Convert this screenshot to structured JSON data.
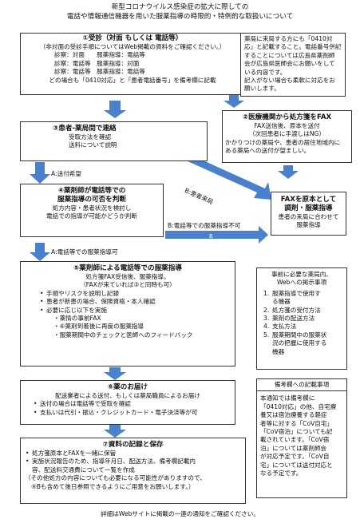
{
  "title": {
    "line1": "新型コロナウイルス感染症の拡大に際しての",
    "line2": "電話や情報通信機器を用いた服薬指導の時限的・特例的な取扱いについて"
  },
  "step1": {
    "heading": "①受診（対面 もしくは 電話等）",
    "lines": [
      "（非対面の受診手順についてはWeb掲載の資料をご確認ください。）",
      "診察：対面　　服薬指導：電話等",
      "診察：電話等　服薬指導：対面",
      "診察：電話等　服薬指導：電話等",
      "どの場合も「0410対応」と「患者電話番号」を備考欄に記載"
    ]
  },
  "note1": {
    "lines": [
      "薬局に来局する方にも「0410対",
      "応」と記載すること。電話番号併記",
      "することについては広島県薬剤師",
      "会が広島県医師会にお願いをして",
      "いる内容です。",
      "記入がない場合も柔軟に対応をお",
      "願いします。"
    ]
  },
  "step2": {
    "heading": "②医療機関から処方箋をFAX",
    "lines": [
      "FAX送信後、原本を送付",
      "（次回患者に手渡しはNG）",
      "かかりつけの薬局や、患者の居住地域内に",
      "ある薬局への送付が望ましい。"
    ]
  },
  "step3": {
    "heading": "③患者-薬局間で連絡",
    "lines": [
      "受取方法を確認",
      "送料について説明"
    ]
  },
  "arrows": {
    "a_label": "A:送付希望",
    "b_label1": "B:患者来局",
    "b_tag1": "B",
    "b_label2": "B:電話等での服薬指導不可",
    "b_tag2": "B",
    "a_label2": "A:電話等での服薬指導可"
  },
  "step4": {
    "heading": "④薬剤師が電話等での",
    "heading2": "服薬指導の可否を判断",
    "lines": [
      "処方内容・患者状況を検討し",
      "電話での指導が可能かどうか判断"
    ]
  },
  "fax_box": {
    "heading1": "FAXを原本として",
    "heading2": "調剤・服薬指導",
    "lines": [
      "患者の来局に合わせて",
      "服薬指導"
    ]
  },
  "step5": {
    "heading": "⑤薬剤師による電話等での服薬指導",
    "lines": [
      "処方箋FAX受信後、服薬指導。",
      "（FAXが来ていれば③と同時も可）"
    ],
    "bullets": [
      "手順やリスクを説明し記録",
      "患者が新患の場合、保険資格・本人確認",
      "必要に応じ以下を実施"
    ],
    "sub": [
      "・薬情の事前FAX",
      "・⑥薬剤到着後に再度の服薬指導",
      "・服薬期間中のチェックと医師へのフィードバック"
    ]
  },
  "web_box": {
    "heading1": "事前に必要な薬局内、",
    "heading2": "Webへの掲示事項",
    "items": [
      {
        "n": "1.",
        "lines": [
          "服薬指導で使用す",
          "る機器"
        ]
      },
      {
        "n": "2.",
        "lines": [
          "処方箋の受付方法"
        ]
      },
      {
        "n": "3.",
        "lines": [
          "薬剤の配送方法"
        ]
      },
      {
        "n": "4.",
        "lines": [
          "支払方法"
        ]
      },
      {
        "n": "5.",
        "lines": [
          "服薬期間中の服薬状",
          "況の把握に使用する",
          "機器"
        ]
      }
    ]
  },
  "step6": {
    "heading": "⑥薬のお届け",
    "lines": [
      "配送業者による送付、もしくは薬局職員によるお届け"
    ],
    "bullets": [
      "送付の場合は電話等で受取を確認",
      "支払いは代引・振込・クレジットカード・電子決済等が可"
    ]
  },
  "biko_box": {
    "heading": "備考欄への記載事項",
    "lines": [
      "本通知では備考欄に",
      "「0410対応」の他、自宅療",
      "養又は宿泊療養する軽症",
      "者等に対する「CoV自宅」",
      "「CoV宿泊」についても記",
      "載されています。「CoV宿",
      "泊」については薬剤師会",
      "が対応予定です。「CoV自",
      "宅」については送付対応と",
      "なる予定です。"
    ]
  },
  "step7": {
    "heading": "⑦資料の記録と保存",
    "bullets": [
      "処方箋原本とFAXを一緒に保管",
      "実施状況報告のため、指導年月日、配送方法、備考欄記載内",
      "容、配送料交通費について一覧を作成"
    ],
    "lines": [
      "（その他処方の内容についても必要になる可能性がありますので、",
      "④Bも含めて後日参照できるようにご用意をお願いします。）"
    ]
  },
  "footer": "詳細はWebサイトに掲載の一連の通知をご確認ください。",
  "colors": {
    "arrow": "#4a80cc",
    "border": "#333333"
  }
}
